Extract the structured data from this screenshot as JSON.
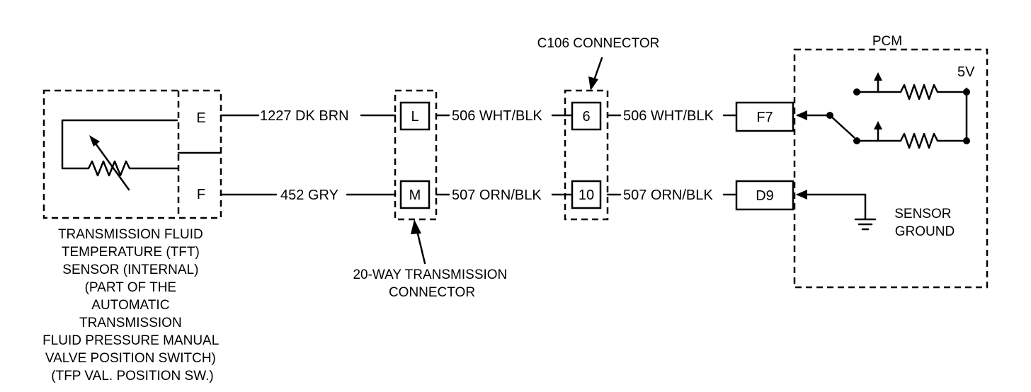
{
  "sensor": {
    "pin_e": "E",
    "pin_f": "F",
    "caption": [
      "TRANSMISSION FLUID",
      "TEMPERATURE (TFT)",
      "SENSOR (INTERNAL)",
      "(PART OF THE",
      "AUTOMATIC",
      "TRANSMISSION",
      "FLUID PRESSURE MANUAL",
      "VALVE POSITION SWITCH)",
      "(TFP VAL. POSITION SW.)"
    ]
  },
  "wires": {
    "w1": "1227 DK BRN",
    "w2": "452 GRY",
    "w3": "506 WHT/BLK",
    "w4": "507 ORN/BLK",
    "w5": "506 WHT/BLK",
    "w6": "507 ORN/BLK"
  },
  "transmission_connector": {
    "pin_top": "L",
    "pin_bottom": "M",
    "caption": [
      "20-WAY TRANSMISSION",
      "CONNECTOR"
    ]
  },
  "c106": {
    "label": "C106 CONNECTOR",
    "pin_top": "6",
    "pin_bottom": "10"
  },
  "pcm": {
    "label": "PCM",
    "pin_top": "F7",
    "pin_bottom": "D9",
    "voltage": "5V",
    "ground_label": [
      "SENSOR",
      "GROUND"
    ]
  }
}
